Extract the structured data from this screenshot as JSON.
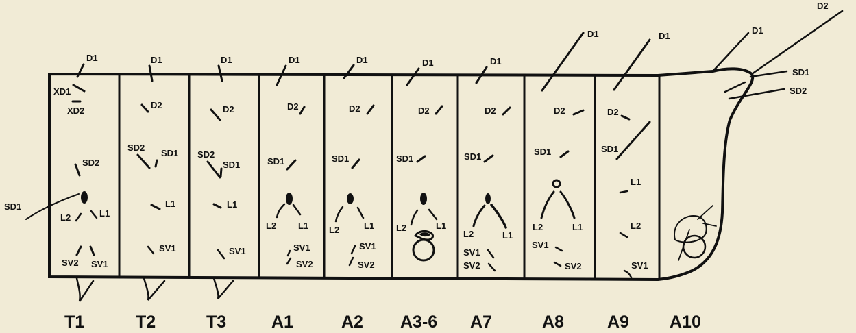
{
  "segments": [
    "T1",
    "T2",
    "T3",
    "A1",
    "A2",
    "A3-6",
    "A7",
    "A8",
    "A9",
    "A10"
  ],
  "t1": {
    "d1": "D1",
    "xd1": "XD1",
    "xd2": "XD2",
    "sd2": "SD2",
    "sd1": "SD1",
    "l2": "L2",
    "l1": "L1",
    "sv2": "SV2",
    "sv1": "SV1"
  },
  "t2": {
    "d1": "D1",
    "d2": "D2",
    "sd2": "SD2",
    "sd1": "SD1",
    "l1": "L1",
    "sv1": "SV1"
  },
  "t3": {
    "d1": "D1",
    "d2": "D2",
    "sd2": "SD2",
    "sd1": "SD1",
    "l1": "L1",
    "sv1": "SV1"
  },
  "a1": {
    "d1": "D1",
    "d2": "D2",
    "sd1": "SD1",
    "l2": "L2",
    "l1": "L1",
    "sv1": "SV1",
    "sv2": "SV2"
  },
  "a2": {
    "d1": "D1",
    "d2": "D2",
    "sd1": "SD1",
    "l2": "L2",
    "l1": "L1",
    "sv1": "SV1",
    "sv2": "SV2"
  },
  "a36": {
    "d1": "D1",
    "d2": "D2",
    "sd1": "SD1",
    "l2": "L2",
    "l1": "L1"
  },
  "a7": {
    "d1": "D1",
    "d2": "D2",
    "sd1": "SD1",
    "l2": "L2",
    "l1": "L1",
    "sv1": "SV1",
    "sv2": "SV2"
  },
  "a8": {
    "d1": "D1",
    "d2": "D2",
    "sd1": "SD1",
    "l2": "L2",
    "l1": "L1",
    "sv1": "SV1",
    "sv2": "SV2"
  },
  "a9": {
    "d1": "D1",
    "d2": "D2",
    "sd1": "SD1",
    "l1": "L1",
    "l2": "L2",
    "sv1": "SV1"
  },
  "a10": {
    "d1": "D1",
    "d2": "D2",
    "sd1": "SD1",
    "sd2": "SD2"
  }
}
